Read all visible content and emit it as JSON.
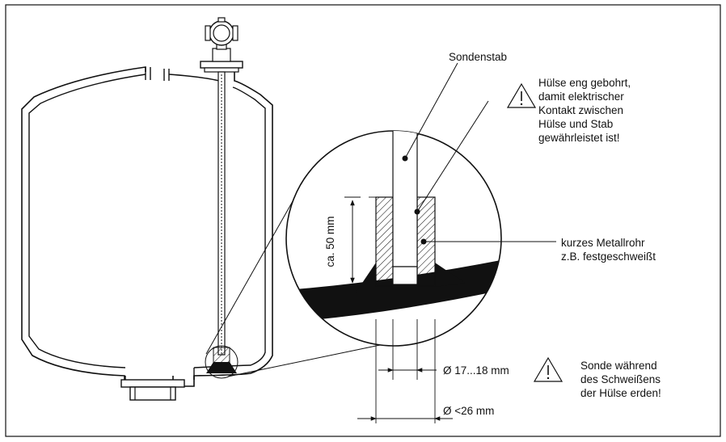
{
  "labels": {
    "probe_rod": "Sondenstab",
    "warning_1": [
      "Hülse eng gebohrt,",
      "damit elektrischer",
      "Kontakt zwischen",
      "Hülse und Stab",
      "gewährleistet ist!"
    ],
    "tube": [
      "kurzes Metallrohr",
      "z.B. festgeschweißt"
    ],
    "height_dim": "ca. 50 mm",
    "dia_inner": "Ø 17...18 mm",
    "dia_outer": "Ø <26 mm",
    "warning_2": [
      "Sonde während",
      "des Schweißens",
      "der Hülse erden!"
    ]
  },
  "icons": [
    "warning-triangle-icon",
    "warning-triangle-icon"
  ],
  "colors": {
    "line": "#111111",
    "fill_dark": "#111111",
    "background": "#ffffff"
  }
}
